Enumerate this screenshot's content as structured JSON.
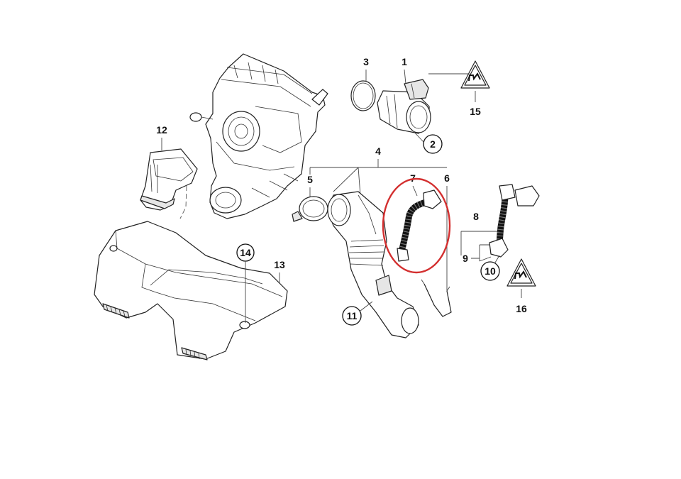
{
  "diagram": {
    "callouts": {
      "c1": "1",
      "c2": "2",
      "c3": "3",
      "c4": "4",
      "c5": "5",
      "c6": "6",
      "c7": "7",
      "c8": "8",
      "c9": "9",
      "c10": "10",
      "c11": "11",
      "c12": "12",
      "c13": "13",
      "c14": "14",
      "c15": "15",
      "c16": "16"
    },
    "highlight_color": "#d32f2f",
    "highlighted_part": "7",
    "icons": [
      "warning-triangle-icon",
      "warning-triangle-icon"
    ]
  }
}
